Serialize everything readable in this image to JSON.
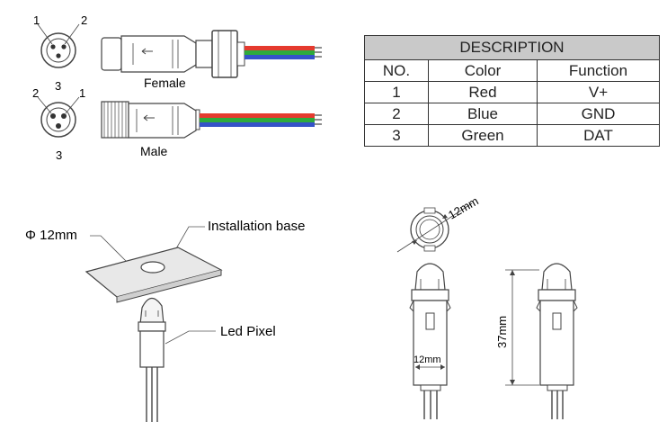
{
  "connectors": {
    "female": {
      "label": "Female",
      "pins": [
        "1",
        "2",
        "3"
      ]
    },
    "male": {
      "label": "Male",
      "pins": [
        "2",
        "1",
        "3"
      ]
    }
  },
  "table": {
    "title": "DESCRIPTION",
    "headers": [
      "NO.",
      "Color",
      "Function"
    ],
    "rows": [
      [
        "1",
        "Red",
        "V+"
      ],
      [
        "2",
        "Blue",
        "GND"
      ],
      [
        "3",
        "Green",
        "DAT"
      ]
    ]
  },
  "install": {
    "diameter_label": "Φ 12mm",
    "base_label": "Installation base",
    "pixel_label": "Led Pixel"
  },
  "dimensions": {
    "top_diameter": "12mm",
    "width": "12mm",
    "height": "37mm"
  },
  "colors": {
    "red": "#e53a2e",
    "green": "#2eaa3c",
    "blue": "#3552c8",
    "table_header": "#c9c9c9"
  }
}
